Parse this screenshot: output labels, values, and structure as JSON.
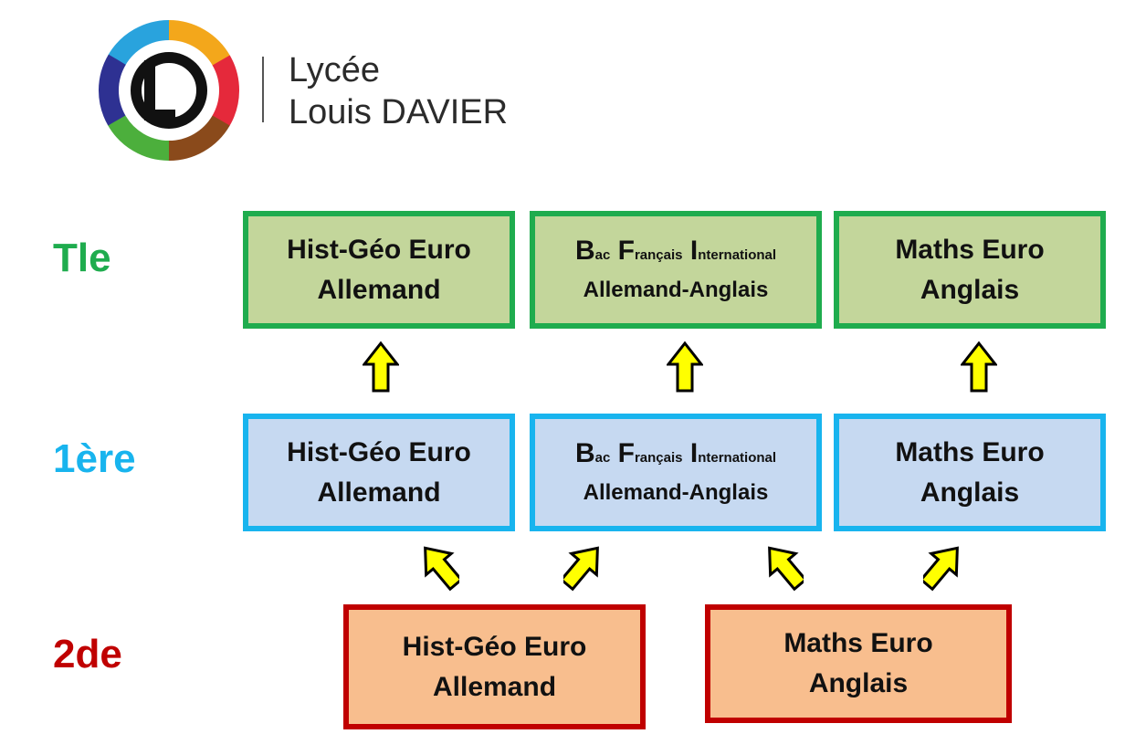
{
  "header": {
    "name_line1": "Lycée",
    "name_line2": "Louis DAVIER"
  },
  "levels": {
    "tle": "Tle",
    "premiere": "1ère",
    "seconde": "2de"
  },
  "tle": {
    "hist": {
      "line1": "Hist-Géo Euro",
      "line2": "Allemand"
    },
    "bfi": {
      "b": "B",
      "b_rest": "ac",
      "f": "F",
      "f_rest": "rançais",
      "i": "I",
      "i_rest": "nternational",
      "line2": "Allemand-Anglais"
    },
    "maths": {
      "line1": "Maths Euro",
      "line2": "Anglais"
    }
  },
  "premiere": {
    "hist": {
      "line1": "Hist-Géo Euro",
      "line2": "Allemand"
    },
    "bfi": {
      "b": "B",
      "b_rest": "ac",
      "f": "F",
      "f_rest": "rançais",
      "i": "I",
      "i_rest": "nternational",
      "line2": "Allemand-Anglais"
    },
    "maths": {
      "line1": "Maths Euro",
      "line2": "Anglais"
    }
  },
  "seconde": {
    "hist": {
      "line1": "Hist-Géo Euro",
      "line2": "Allemand"
    },
    "maths": {
      "line1": "Maths Euro",
      "line2": "Anglais"
    }
  },
  "colors": {
    "tle": "#1fac4e",
    "premiere": "#18b4ee",
    "seconde": "#c00000",
    "arrow_fill": "#ffff00"
  }
}
